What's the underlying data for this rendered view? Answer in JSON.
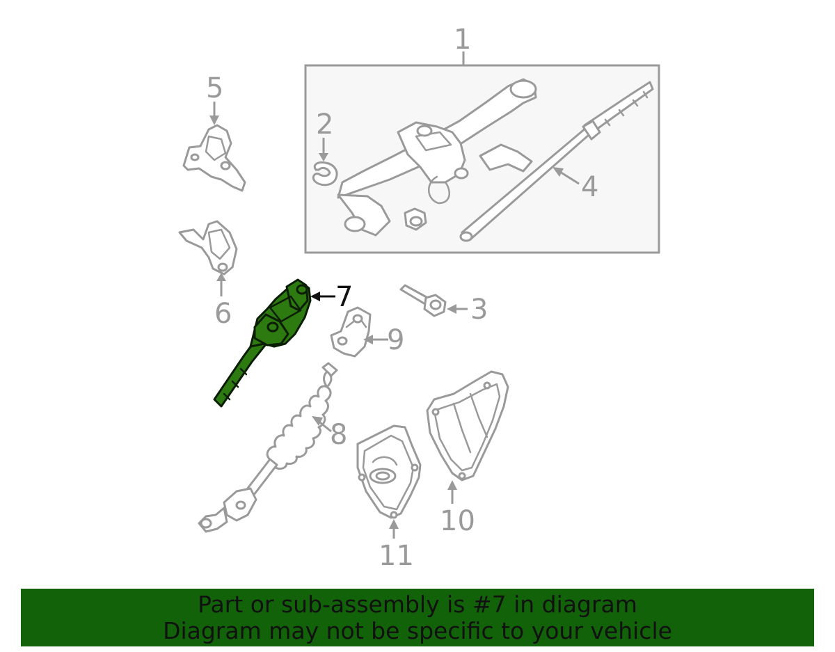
{
  "callouts": {
    "c1": "1",
    "c2": "2",
    "c3": "3",
    "c4": "4",
    "c5": "5",
    "c6": "6",
    "c7": "7",
    "c8": "8",
    "c9": "9",
    "c10": "10",
    "c11": "11"
  },
  "highlighted_part": "7",
  "colors": {
    "highlight_fill": "#2c7a10",
    "banner_background": "#126209",
    "line_gray": "#9a9a9a"
  },
  "banner": {
    "line1": "Part or sub-assembly is #7 in diagram",
    "line2": "Diagram may not be specific to your vehicle"
  }
}
